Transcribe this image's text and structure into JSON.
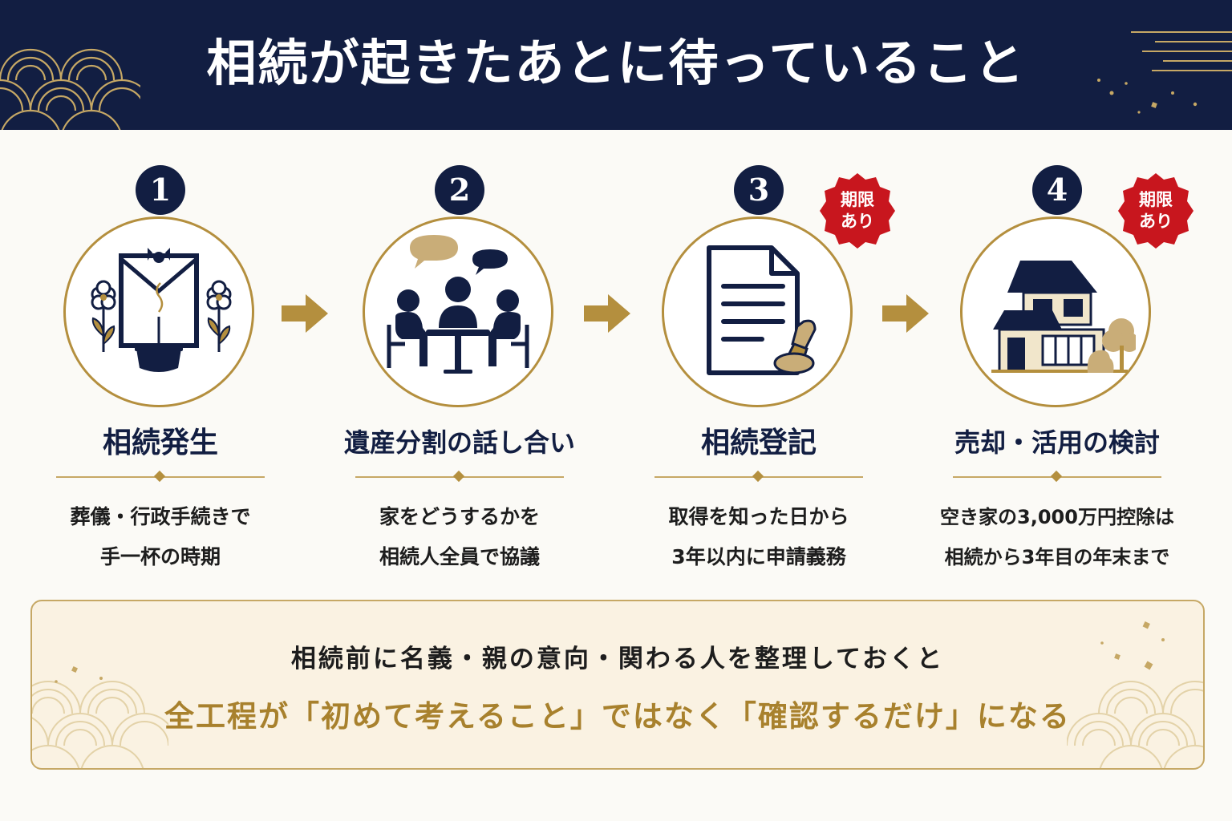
{
  "header": {
    "title": "相続が起きたあとに待っていること"
  },
  "colors": {
    "navy": "#121e42",
    "gold": "#b48f3e",
    "badge_red": "#c8161e",
    "panel_bg": "#faf2e2"
  },
  "steps": [
    {
      "number": "1",
      "icon": "memorial-altar-icon",
      "title": "相続発生",
      "desc_line1": "葬儀・行政手続きで",
      "desc_line2": "手一杯の時期"
    },
    {
      "number": "2",
      "icon": "family-meeting-icon",
      "title": "遺産分割の話し合い",
      "desc_line1": "家をどうするかを",
      "desc_line2": "相続人全員で協議"
    },
    {
      "number": "3",
      "icon": "document-seal-icon",
      "title": "相続登記",
      "desc_line1": "取得を知った日から",
      "desc_line2": "3年以内に申請義務",
      "badge_line1": "期限",
      "badge_line2": "あり"
    },
    {
      "number": "4",
      "icon": "house-icon",
      "title": "売却・活用の検討",
      "desc_line1": "空き家の3,000万円控除は",
      "desc_line2": "相続から3年目の年末まで",
      "badge_line1": "期限",
      "badge_line2": "あり"
    }
  ],
  "bottom": {
    "line1": "相続前に名義・親の意向・関わる人を整理しておくと",
    "line2": "全工程が「初めて考えること」ではなく「確認するだけ」になる"
  }
}
